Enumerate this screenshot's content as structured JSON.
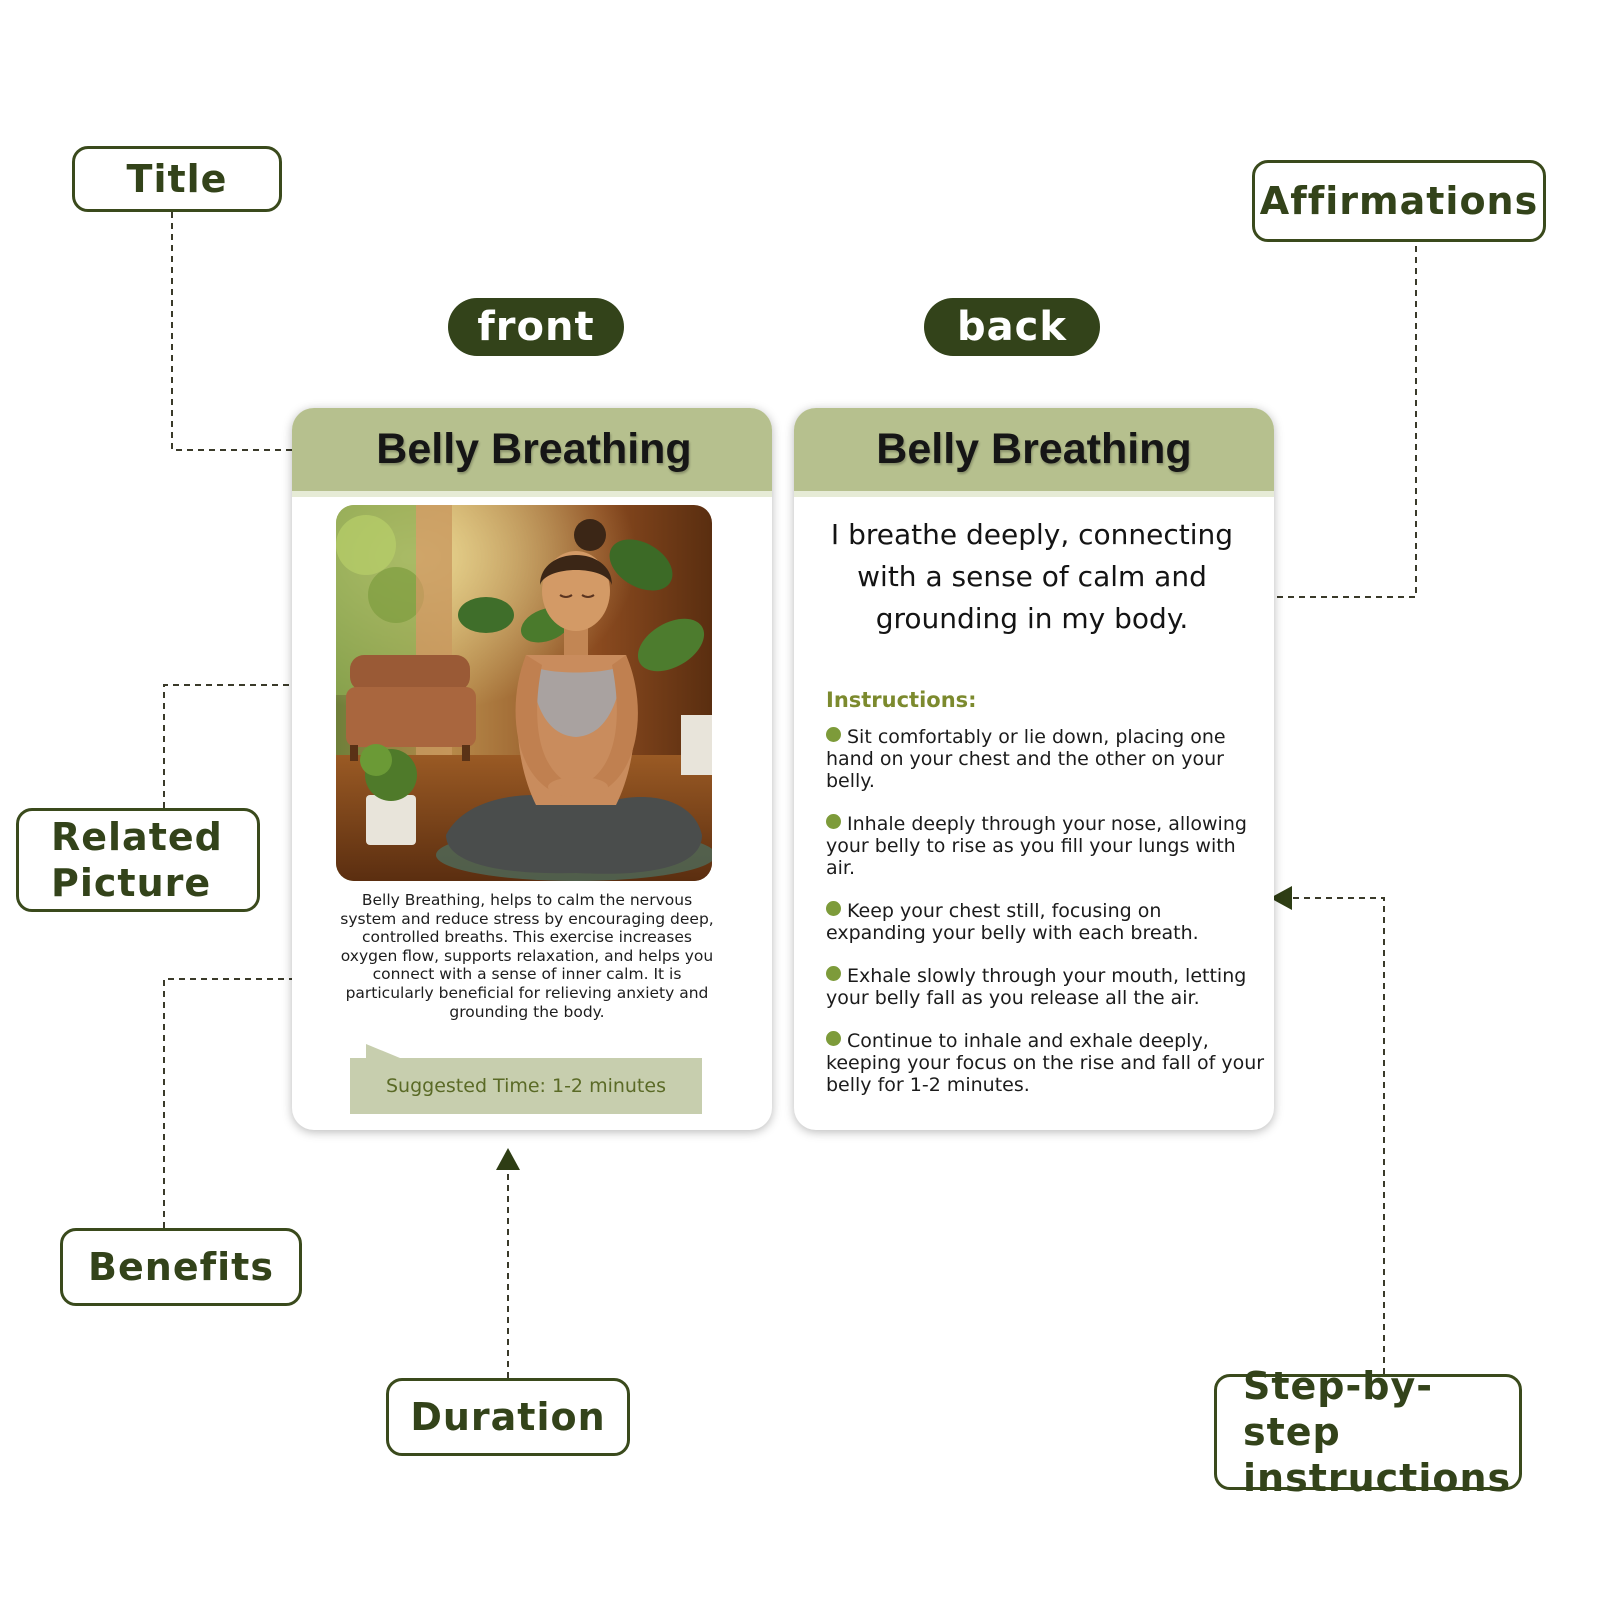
{
  "labels": {
    "title": "Title",
    "affirmations": "Affirmations",
    "related_picture": "Related\nPicture",
    "benefits": "Benefits",
    "duration": "Duration",
    "steps": "Step-by-step\ninstructions"
  },
  "sides": {
    "front": "front",
    "back": "back"
  },
  "front_card": {
    "title": "Belly Breathing",
    "benefits_text": "Belly Breathing, helps to calm the nervous system and reduce stress by encouraging deep, controlled breaths. This exercise increases oxygen flow, supports relaxation, and helps you connect with a sense of inner calm. It is particularly beneficial for relieving anxiety and grounding the body.",
    "suggested_time": "Suggested Time: 1-2 minutes"
  },
  "back_card": {
    "title": "Belly Breathing",
    "affirmation": "I breathe deeply, connecting with a sense of calm and grounding in my body.",
    "instructions_heading": "Instructions:",
    "steps": [
      "Sit comfortably or lie down, placing one hand on your chest and the other on your belly.",
      "Inhale deeply through your nose, allowing your belly to rise as you fill your lungs with air.",
      "Keep your chest still, focusing on expanding your belly with each breath.",
      "Exhale slowly through your mouth, letting your belly fall as you release all the air.",
      "Continue to inhale and exhale deeply, keeping your focus on the rise and fall of your belly for 1-2 minutes."
    ]
  },
  "colors": {
    "dark_green": "#33431a",
    "header_green": "#b6c08e",
    "tab_green": "#c7ceae",
    "accent_green": "#7d9b3a"
  }
}
